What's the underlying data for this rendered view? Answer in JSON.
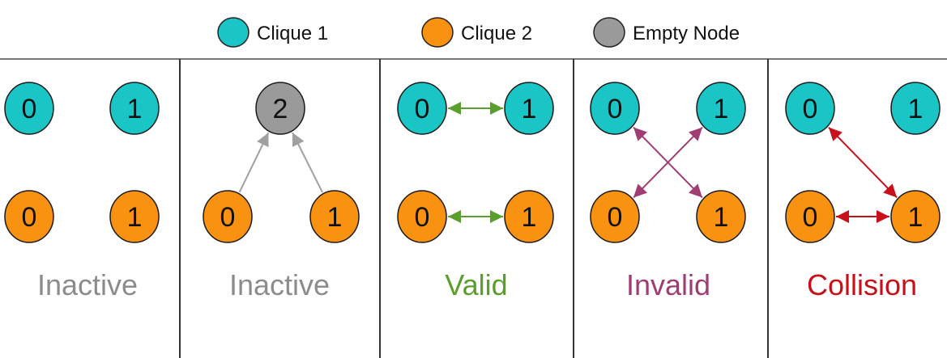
{
  "legend": {
    "items": [
      {
        "label": "Clique 1",
        "color": "#19c5c5"
      },
      {
        "label": "Clique 2",
        "color": "#fa9211"
      },
      {
        "label": "Empty Node",
        "color": "#9a9a9a"
      }
    ]
  },
  "colors": {
    "clique1": "#19c5c5",
    "clique2": "#fa9211",
    "empty": "#9a9a9a",
    "inactive_text": "#8c8c8c",
    "inactive_edge": "#a0a0a0",
    "valid": "#5a9e2b",
    "invalid": "#a03d72",
    "collision": "#c8101b"
  },
  "panels": [
    {
      "caption": "Inactive",
      "caption_color": "#8c8c8c",
      "nodes": [
        {
          "id": "c1_0",
          "label": "0",
          "clique": "clique1"
        },
        {
          "id": "c1_1",
          "label": "1",
          "clique": "clique1"
        },
        {
          "id": "c2_0",
          "label": "0",
          "clique": "clique2"
        },
        {
          "id": "c2_1",
          "label": "1",
          "clique": "clique2"
        }
      ],
      "edges": []
    },
    {
      "caption": "Inactive",
      "caption_color": "#8c8c8c",
      "nodes": [
        {
          "id": "empty_2",
          "label": "2",
          "clique": "empty"
        },
        {
          "id": "c2_0",
          "label": "0",
          "clique": "clique2"
        },
        {
          "id": "c2_1",
          "label": "1",
          "clique": "clique2"
        }
      ],
      "edges": [
        {
          "from": "c2_0",
          "to": "empty_2",
          "color": "#a0a0a0",
          "arrow_end": true,
          "arrow_start": false
        },
        {
          "from": "c2_1",
          "to": "empty_2",
          "color": "#a0a0a0",
          "arrow_end": true,
          "arrow_start": false
        }
      ]
    },
    {
      "caption": "Valid",
      "caption_color": "#5a9e2b",
      "nodes": [
        {
          "id": "c1_0",
          "label": "0",
          "clique": "clique1"
        },
        {
          "id": "c1_1",
          "label": "1",
          "clique": "clique1"
        },
        {
          "id": "c2_0",
          "label": "0",
          "clique": "clique2"
        },
        {
          "id": "c2_1",
          "label": "1",
          "clique": "clique2"
        }
      ],
      "edges": [
        {
          "from": "c1_0",
          "to": "c1_1",
          "color": "#5a9e2b",
          "arrow_end": true,
          "arrow_start": true
        },
        {
          "from": "c2_0",
          "to": "c2_1",
          "color": "#5a9e2b",
          "arrow_end": true,
          "arrow_start": true
        }
      ]
    },
    {
      "caption": "Invalid",
      "caption_color": "#a03d72",
      "nodes": [
        {
          "id": "c1_0",
          "label": "0",
          "clique": "clique1"
        },
        {
          "id": "c1_1",
          "label": "1",
          "clique": "clique1"
        },
        {
          "id": "c2_0",
          "label": "0",
          "clique": "clique2"
        },
        {
          "id": "c2_1",
          "label": "1",
          "clique": "clique2"
        }
      ],
      "edges": [
        {
          "from": "c1_0",
          "to": "c2_1",
          "color": "#a03d72",
          "arrow_end": true,
          "arrow_start": true
        },
        {
          "from": "c1_1",
          "to": "c2_0",
          "color": "#a03d72",
          "arrow_end": true,
          "arrow_start": true
        }
      ]
    },
    {
      "caption": "Collision",
      "caption_color": "#c8101b",
      "nodes": [
        {
          "id": "c1_0",
          "label": "0",
          "clique": "clique1"
        },
        {
          "id": "c1_1",
          "label": "1",
          "clique": "clique1"
        },
        {
          "id": "c2_0",
          "label": "0",
          "clique": "clique2"
        },
        {
          "id": "c2_1",
          "label": "1",
          "clique": "clique2"
        }
      ],
      "edges": [
        {
          "from": "c1_0",
          "to": "c2_1",
          "color": "#c8101b",
          "arrow_end": true,
          "arrow_start": true
        },
        {
          "from": "c2_0",
          "to": "c2_1",
          "color": "#c8101b",
          "arrow_end": true,
          "arrow_start": true
        }
      ]
    }
  ]
}
